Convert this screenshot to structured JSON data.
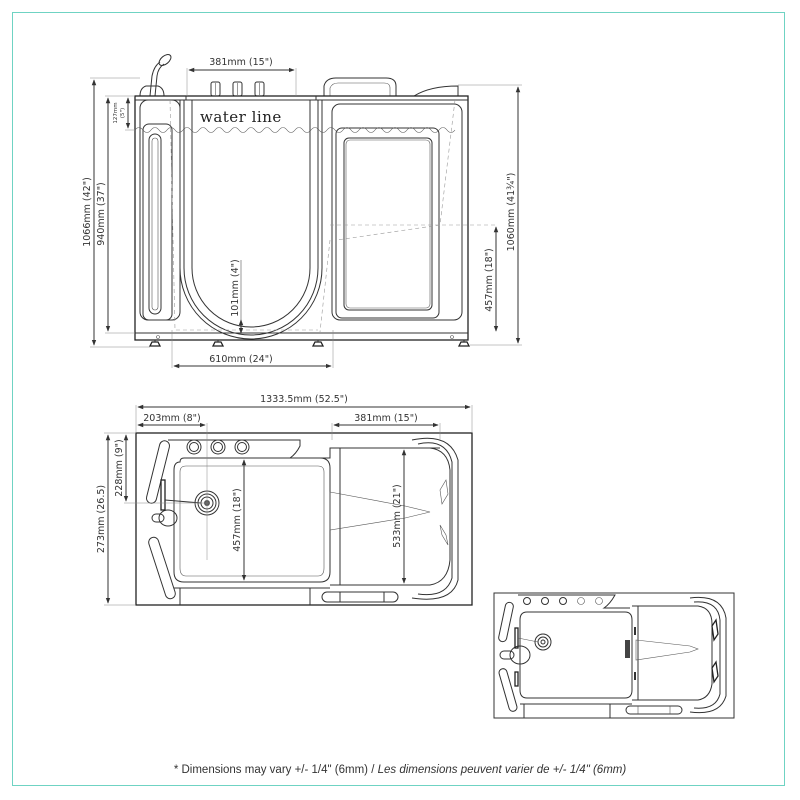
{
  "frame": {
    "border_color": "#6fd3c3"
  },
  "elevation_view": {
    "water_line_label": "water line",
    "dims": {
      "faucet_spacing": "381mm (15\")",
      "rim_to_waterline": "127mm",
      "rim_to_waterline_in": "(5\")",
      "overall_height": "1066mm (42\")",
      "tub_height": "940mm (37\")",
      "right_height": "1060mm (41¾\")",
      "seat_height": "457mm (18\")",
      "step_in_height": "101mm (4\")",
      "door_width": "610mm (24\")"
    }
  },
  "plan_view": {
    "dims": {
      "overall_length": "1333.5mm (52.5\")",
      "drain_offset": "203mm (8\")",
      "seat_length": "381mm (15\")",
      "drain_depth": "228mm (9\")",
      "overall_width": "273mm (26.5)",
      "footwell_width": "457mm (18\")",
      "seat_width": "533mm (21\")"
    }
  },
  "footnote": {
    "english": "* Dimensions may vary +/- 1/4\" (6mm) / ",
    "french": "Les dimensions peuvent varier de +/- 1/4\" (6mm)"
  }
}
